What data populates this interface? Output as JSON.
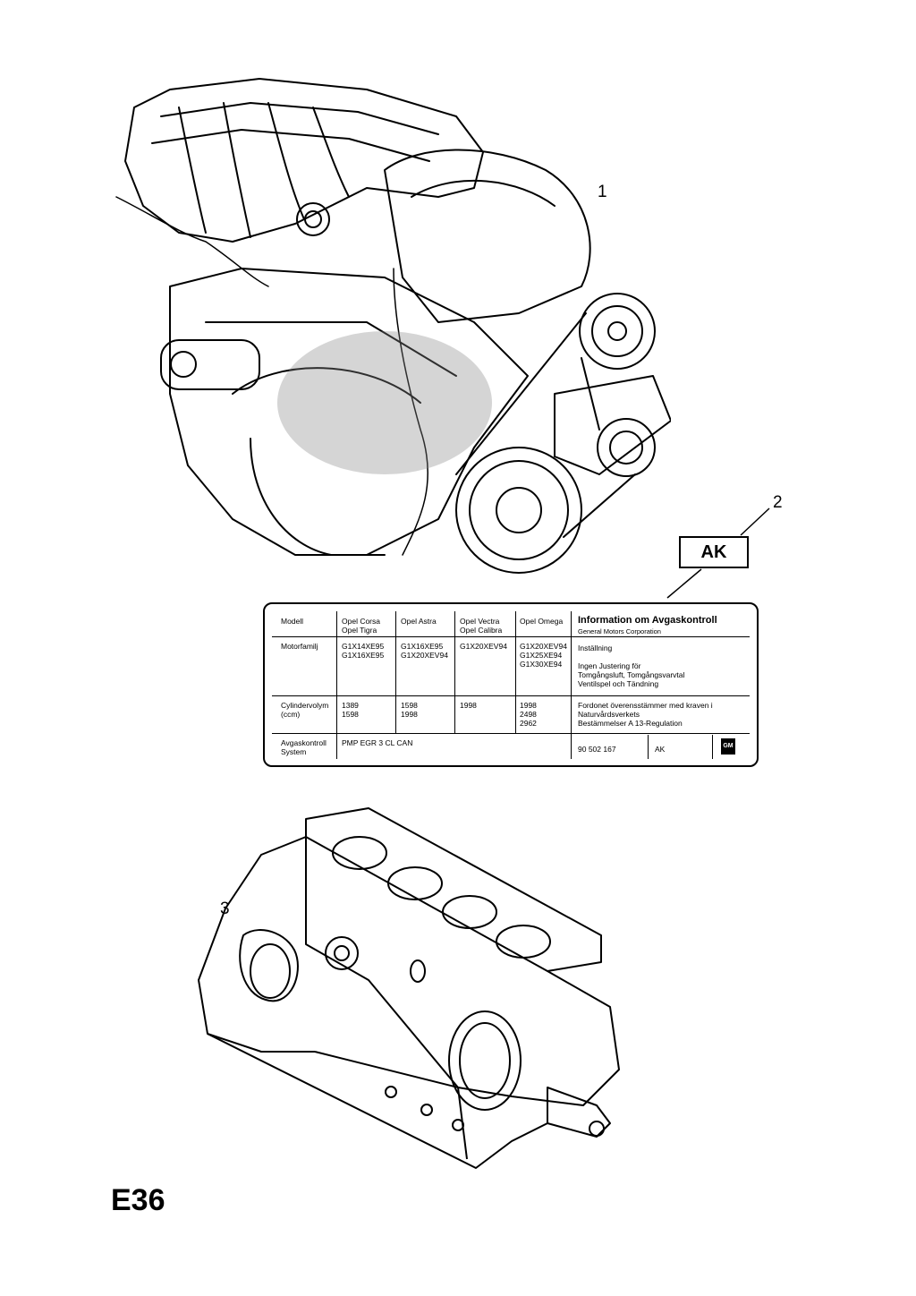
{
  "callouts": {
    "one": "1",
    "two": "2",
    "three": "3"
  },
  "ak_box": "AK",
  "page_code": "E36",
  "label": {
    "header": {
      "modell": "Modell",
      "col1": "Opel Corsa\nOpel Tigra",
      "col2": "Opel Astra",
      "col3": "Opel Vectra\nOpel Calibra",
      "col4": "Opel Omega",
      "title": "Information om Avgaskontroll",
      "subtitle": "General Motors Corporation"
    },
    "motorfamilj": {
      "label": "Motorfamilj",
      "col1": "G1X14XE95\nG1X16XE95",
      "col2": "G1X16XE95\nG1X20XEV94",
      "col3": "G1X20XEV94",
      "col4": "G1X20XEV94\nG1X25XE94\nG1X30XE94",
      "info": "Inställning\n\nIngen Justering för\nTomgångsluft, Tomgångsvarvtal\nVentilspel och Tändning"
    },
    "cylinder": {
      "label": "Cylindervolym\n(ccm)",
      "col1": "1389\n1598",
      "col2": "1598\n1998",
      "col3": "1998",
      "col4": "1998\n2498\n2962",
      "info": "Fordonet överensstämmer med kraven i\nNaturvårdsverkets\nBestämmelser A 13-Regulation"
    },
    "avgas": {
      "label": "Avgaskontroll\nSystem",
      "value": "PMP EGR 3 CL CAN",
      "part_no": "90 502 167",
      "code": "AK",
      "logo": "GM"
    }
  }
}
